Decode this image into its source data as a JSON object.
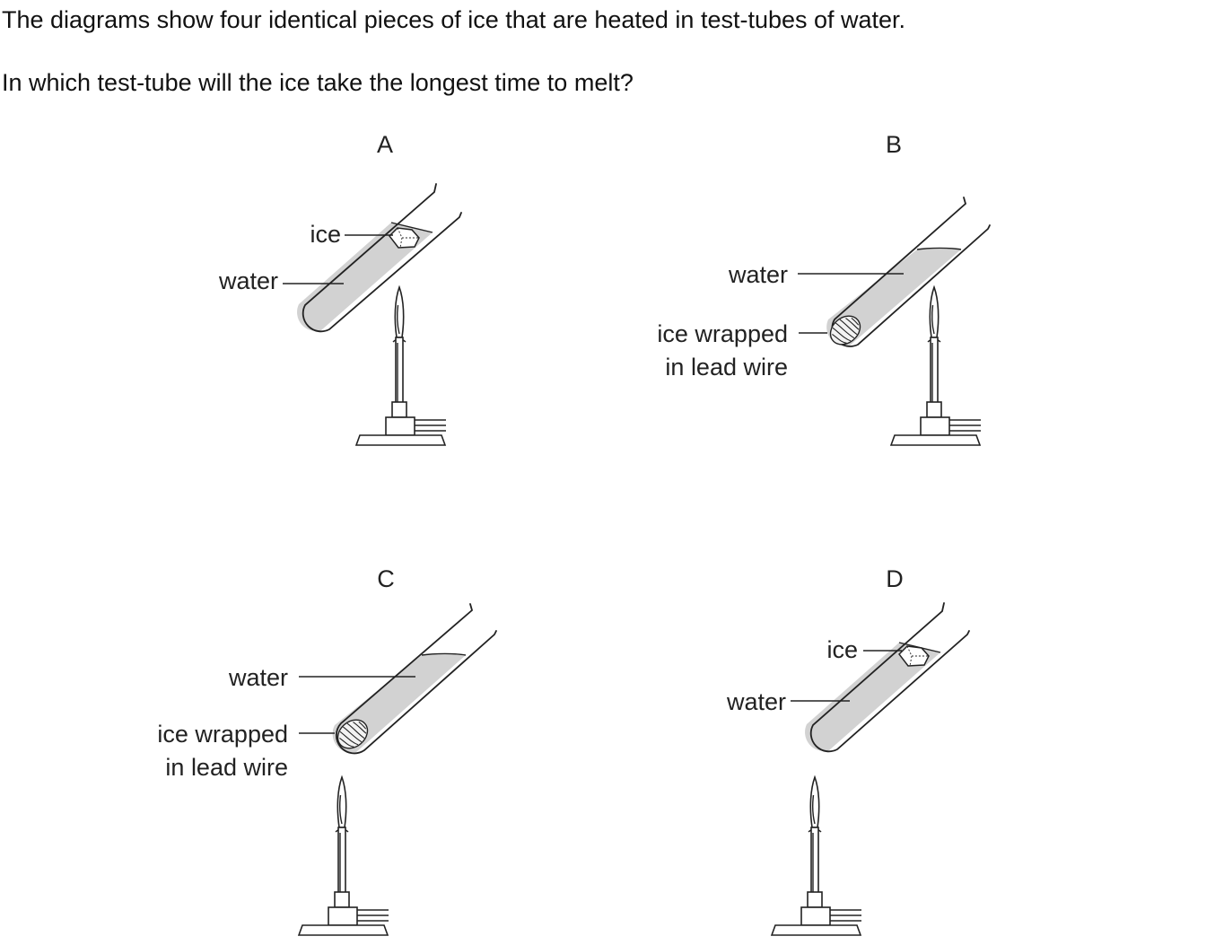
{
  "question": {
    "line1": "The diagrams show four identical pieces of ice that are heated in test-tubes of water.",
    "line2": "In which test-tube will the ice take the longest time to melt?"
  },
  "options": [
    {
      "letter": "A",
      "labels": {
        "ice": "ice",
        "water": "water"
      }
    },
    {
      "letter": "B",
      "labels": {
        "water": "water",
        "wrapped_line1": "ice wrapped",
        "wrapped_line2": "in lead wire"
      }
    },
    {
      "letter": "C",
      "labels": {
        "water": "water",
        "wrapped_line1": "ice wrapped",
        "wrapped_line2": "in lead wire"
      }
    },
    {
      "letter": "D",
      "labels": {
        "ice": "ice",
        "water": "water"
      }
    }
  ]
}
